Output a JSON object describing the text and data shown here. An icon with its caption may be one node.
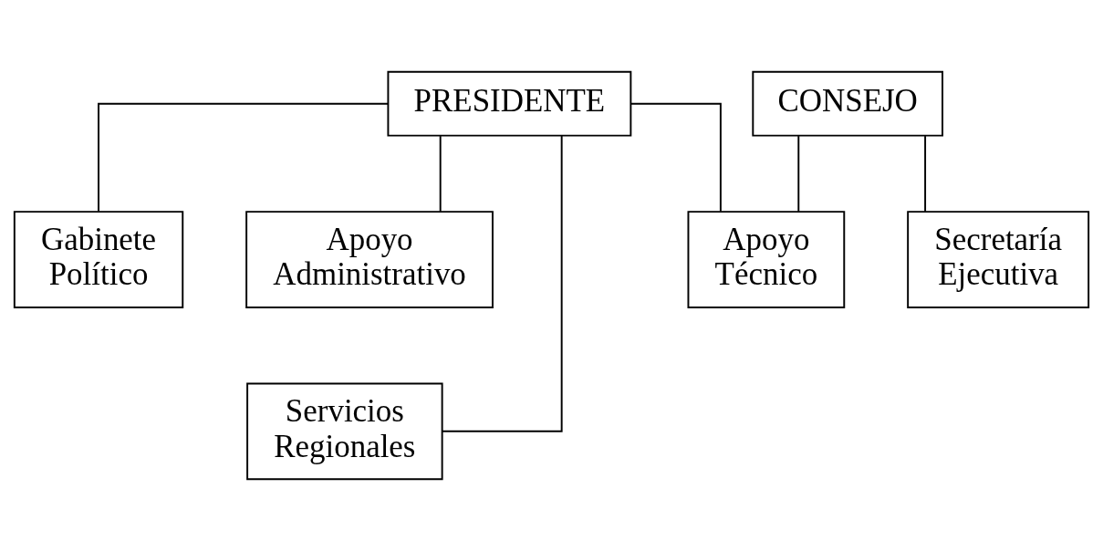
{
  "diagram": {
    "nodes": [
      {
        "text": [
          "PRESIDENTE"
        ]
      },
      {
        "text": [
          "CONSEJO"
        ]
      },
      {
        "text": [
          "Gabinete Político"
        ]
      },
      {
        "text": [
          "Apoyo Administrativo"
        ]
      },
      {
        "text": [
          "Apoyo Técnico"
        ]
      },
      {
        "text": [
          "Secretaría Ejecutiva"
        ]
      },
      {
        "text": [
          "Servicios Regionales"
        ]
      }
    ],
    "edges": [
      {
        "from": 0,
        "to": 2,
        "arrow": "none"
      },
      {
        "from": 0,
        "to": 6,
        "arrow": "none"
      },
      {
        "from": 0,
        "to": 3,
        "arrow": "none"
      },
      {
        "from": 0,
        "to": 4,
        "arrow": "none"
      },
      {
        "from": 1,
        "to": 4,
        "arrow": "none"
      },
      {
        "from": 1,
        "to": 5,
        "arrow": "none"
      }
    ]
  }
}
